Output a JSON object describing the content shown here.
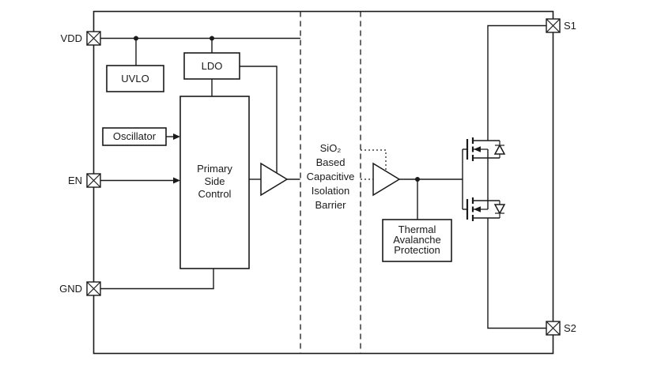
{
  "diagram": {
    "pins": {
      "vdd": "VDD",
      "en": "EN",
      "gnd": "GND",
      "s1": "S1",
      "s2": "S2"
    },
    "blocks": {
      "uvlo": "UVLO",
      "ldo": "LDO",
      "oscillator": "Oscillator",
      "primary_side_control": {
        "lines": [
          "Primary",
          "Side",
          "Control"
        ]
      },
      "isolation_barrier": {
        "lines": [
          "SiO₂",
          "Based",
          "Capacitive",
          "Isolation",
          "Barrier"
        ]
      },
      "thermal_avalanche_protection": {
        "lines": [
          "Thermal",
          "Avalanche",
          "Protection"
        ]
      }
    },
    "colors": {
      "stroke": "#1a1a1a",
      "background": "#ffffff"
    }
  }
}
